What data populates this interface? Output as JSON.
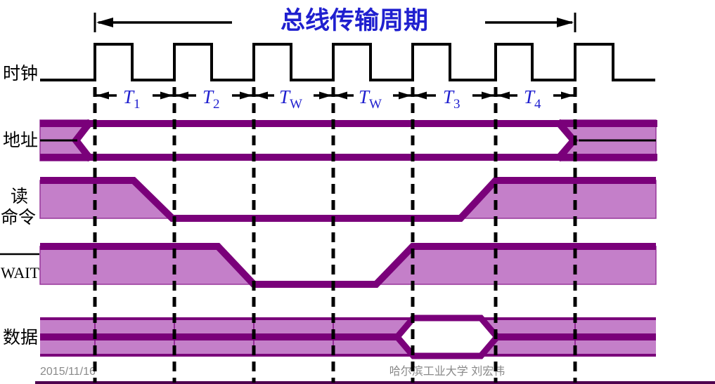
{
  "slide": {
    "title": "总线传输周期",
    "footer_date": "2015/11/16",
    "footer_credit": "哈尔滨工业大学  刘宏伟"
  },
  "labels": {
    "clock": "时钟",
    "address": "地址",
    "read_cmd_line1": "读",
    "read_cmd_line2": "命令",
    "wait": "WAIT",
    "data": "数据"
  },
  "intervals": [
    {
      "main": "T",
      "sub": "1"
    },
    {
      "main": "T",
      "sub": "2"
    },
    {
      "main": "T",
      "sub": "W"
    },
    {
      "main": "T",
      "sub": "W"
    },
    {
      "main": "T",
      "sub": "3"
    },
    {
      "main": "T",
      "sub": "4"
    }
  ],
  "colors": {
    "title_blue": "#2020cf",
    "interval_label_blue": "#2020cf",
    "waveform_border_purple": "#7a007a",
    "waveform_fill_purple": "#c47fc9",
    "dashed_line_black": "#000000",
    "footer_gray": "#8a8a8a"
  }
}
